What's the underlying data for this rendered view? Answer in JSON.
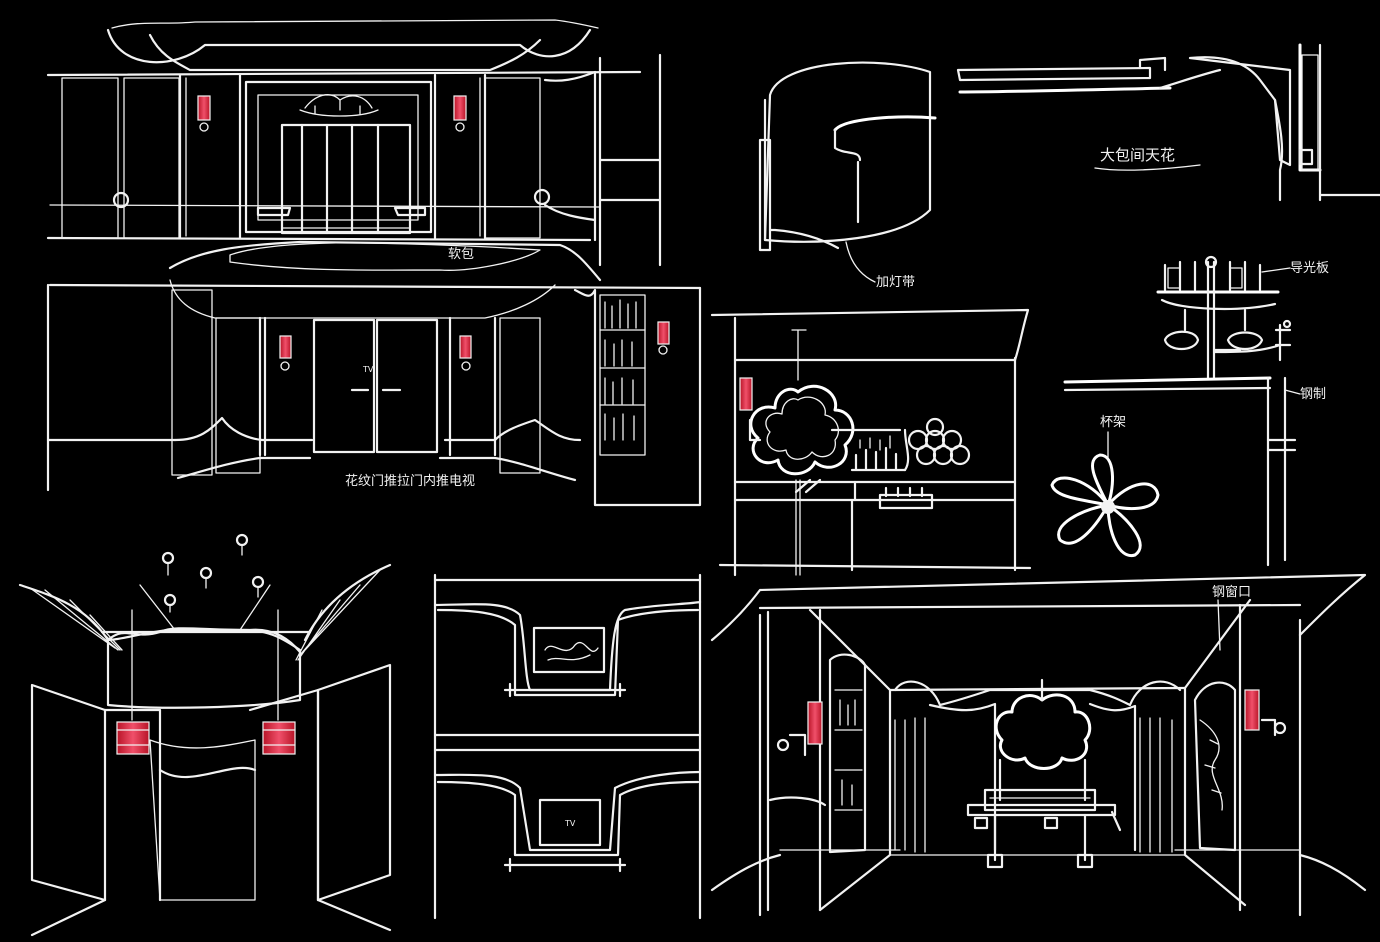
{
  "annotations": {
    "ceiling_section_title": "大包间天花",
    "light_strip": "加灯带",
    "light_guide_panel": "导光板",
    "steel_fabrication": "钢制",
    "cup_rack": "杯架",
    "door_note": "花纹门推拉门内推电视",
    "soft_pack_note": "软包",
    "tv_label_door": "TV",
    "tv_label_wall": "TV",
    "window_frame_note": "钢窗口"
  },
  "colors": {
    "background": "#000000",
    "line": "#f2f2f2",
    "accent_lamp": "#e3243b"
  },
  "icons": [
    "pendant-lamp-icon",
    "wall-sconce-icon",
    "flower-ornament-icon",
    "chandelier-icon"
  ]
}
